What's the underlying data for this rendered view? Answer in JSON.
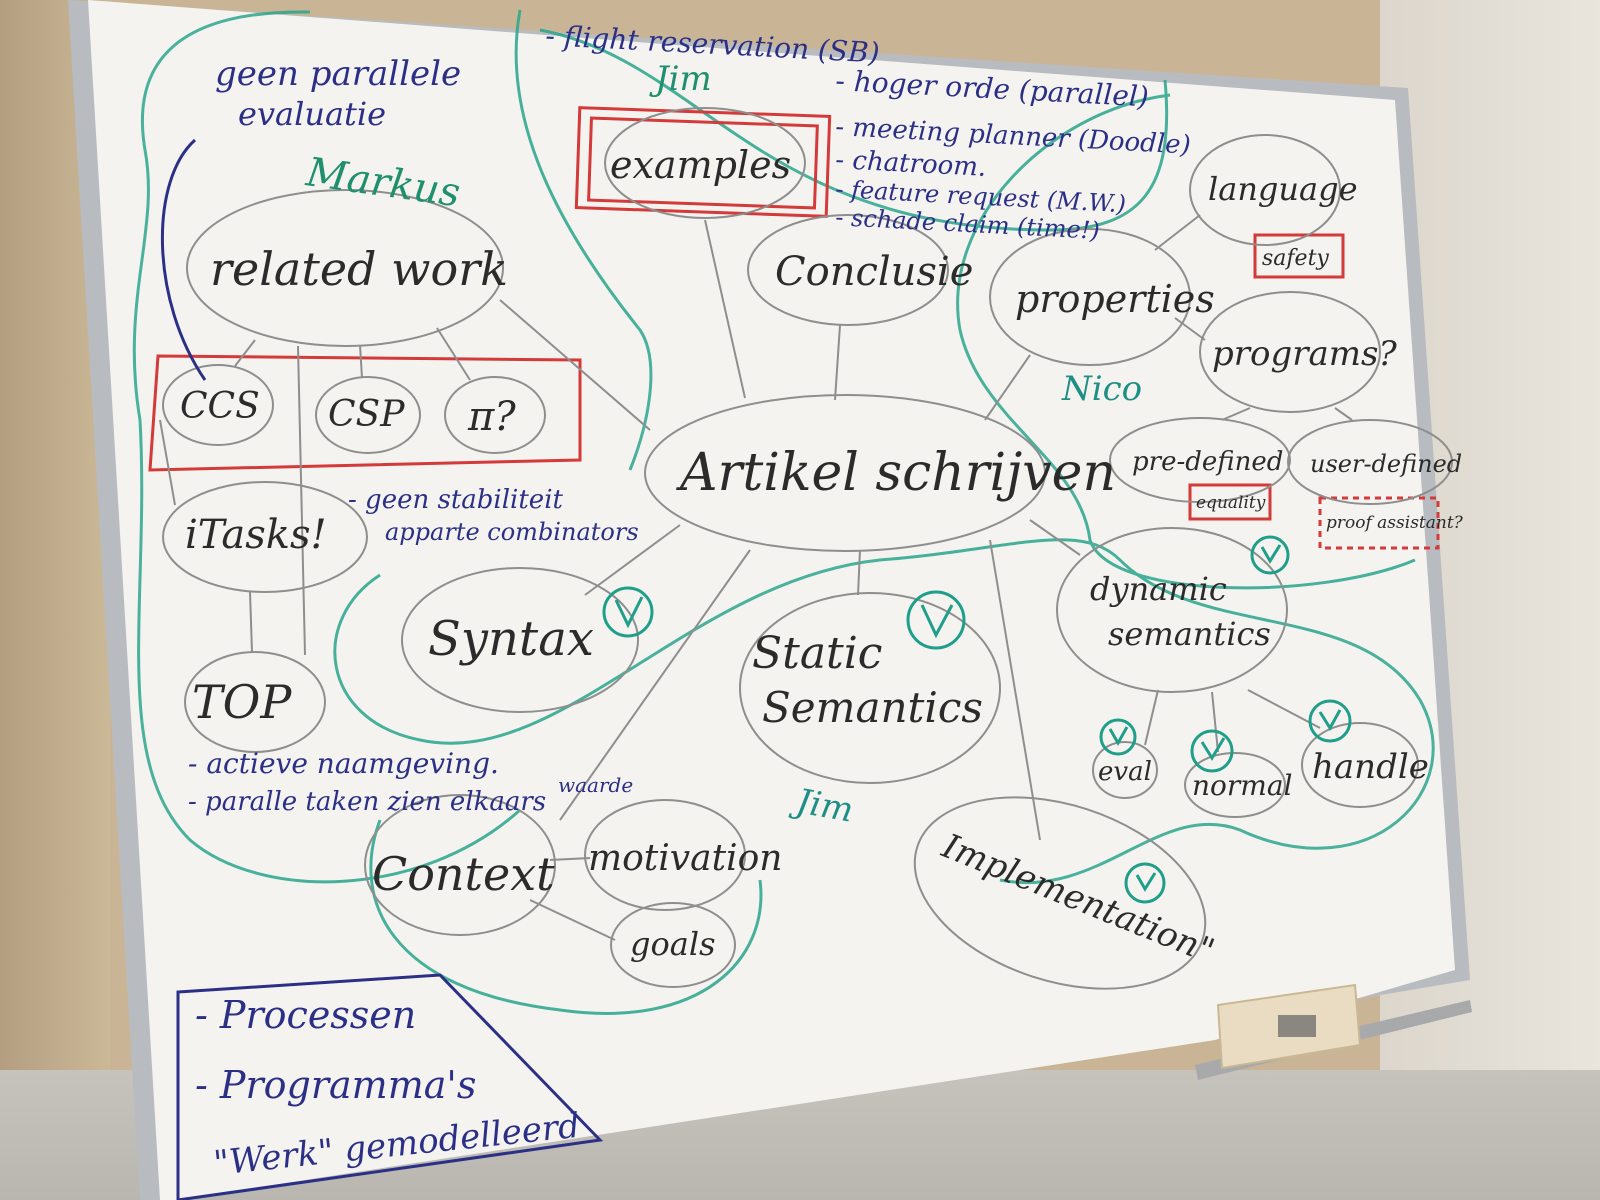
{
  "board": {
    "top_left": {
      "note_line1": "geen parallele",
      "note_line2": "evaluatie",
      "name": "Markus"
    },
    "top_notes": {
      "line1": "- flight reservation (SB)",
      "name": "Jim",
      "line2": "- hoger orde (parallel)",
      "line3": "- meeting planner (Doodle)",
      "line4": "- chatroom.",
      "line5": "- feature request (M.W.)",
      "line6": "- schade claim (time!)"
    },
    "nodes": {
      "examples": "examples",
      "conclusie": "Conclusie",
      "related_work": "related work",
      "ccs": "CCS",
      "csp": "CSP",
      "pi": "π?",
      "itasks": "iTasks!",
      "top": "TOP",
      "artikel": "Artikel schrijven",
      "syntax": "Syntax",
      "static_line1": "Static",
      "static_line2": "Semantics",
      "dynamic_line1": "dynamic",
      "dynamic_line2": "semantics",
      "eval": "eval",
      "normal": "normal",
      "handle": "handle",
      "implementation": "Implementation\"",
      "context": "Context",
      "motivation": "motivation",
      "goals": "goals",
      "language": "language",
      "safety": "safety",
      "properties": "properties",
      "programs": "programs?",
      "predefined": "pre-defined",
      "equality": "equality",
      "userdefined": "user-defined",
      "proof": "proof assistant?"
    },
    "itasks_notes": {
      "line1": "- geen stabiliteit",
      "line2": "apparte combinators"
    },
    "top_notes_bottom": {
      "line1": "- actieve naamgeving.",
      "line2": "- paralle taken zien elkaars",
      "line2b": "waarde"
    },
    "names": {
      "nico": "Nico",
      "jim_mid": "Jim"
    },
    "box_bottom": {
      "line1": "- Processen",
      "line2": "- Programma's",
      "line3": "\"Werk\" gemodelleerd"
    },
    "checkmarks": [
      "syntax",
      "static",
      "dynamic",
      "eval",
      "normal",
      "handle",
      "implementation"
    ]
  }
}
